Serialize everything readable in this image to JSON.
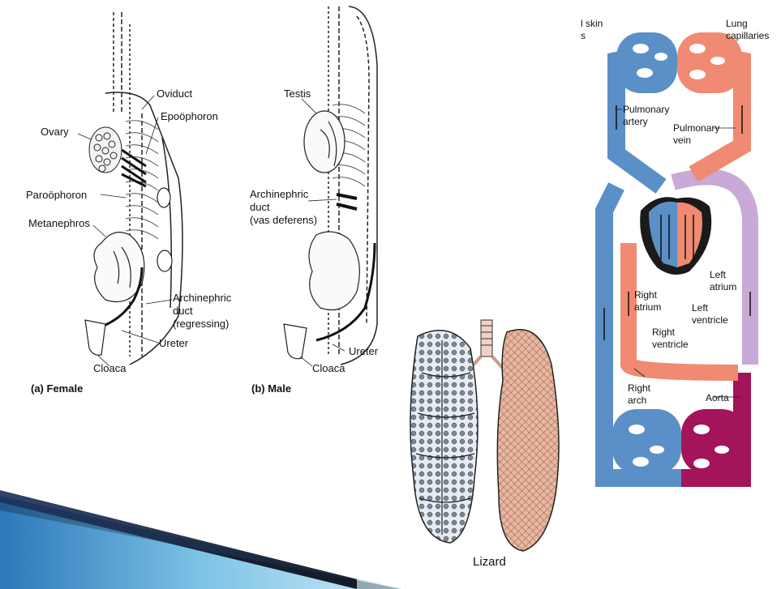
{
  "urogenital": {
    "female": {
      "caption": "(a) Female",
      "labels": {
        "oviduct": "Oviduct",
        "epoophoron": "Epoöphoron",
        "ovary": "Ovary",
        "paroophoron": "Paroöphoron",
        "metanephros": "Metanephros",
        "archinephric_line1": "Archinephric",
        "archinephric_line2": "duct",
        "archinephric_line3": "(regressing)",
        "ureter": "Ureter",
        "cloaca": "Cloaca"
      }
    },
    "male": {
      "caption": "(b) Male",
      "labels": {
        "testis": "Testis",
        "archinephric_line1": "Archinephric",
        "archinephric_line2": "duct",
        "archinephric_line3": "(vas deferens)",
        "ureter": "Ureter",
        "cloaca": "Cloaca"
      }
    }
  },
  "lung": {
    "caption": "Lizard"
  },
  "circulation": {
    "labels": {
      "skin_line1": "l skin",
      "skin_line2": "s",
      "lung_cap_line1": "Lung",
      "lung_cap_line2": "capillaries",
      "pulm_artery_line1": "Pulmonary",
      "pulm_artery_line2": "artery",
      "pulm_vein_line1": "Pulmonary",
      "pulm_vein_line2": "vein",
      "left_atrium_line1": "Left",
      "left_atrium_line2": "atrium",
      "right_atrium_line1": "Right",
      "right_atrium_line2": "atrium",
      "left_ventricle_line1": "Left",
      "left_ventricle_line2": "ventricle",
      "right_ventricle_line1": "Right",
      "right_ventricle_line2": "ventricle",
      "right_arch_line1": "Right",
      "right_arch_line2": "arch",
      "aorta": "Aorta"
    },
    "colors": {
      "deoxygenated": "#5b8fc7",
      "oxygenated": "#f08a72",
      "aorta": "#a3145a",
      "mixed": "#c9a9d6",
      "heart_wall": "#1a1a1a"
    }
  },
  "decor": {
    "colors": {
      "band_light": "#7cc3e6",
      "band_dark": "#1b2f5a",
      "shadow": "#000000"
    }
  }
}
